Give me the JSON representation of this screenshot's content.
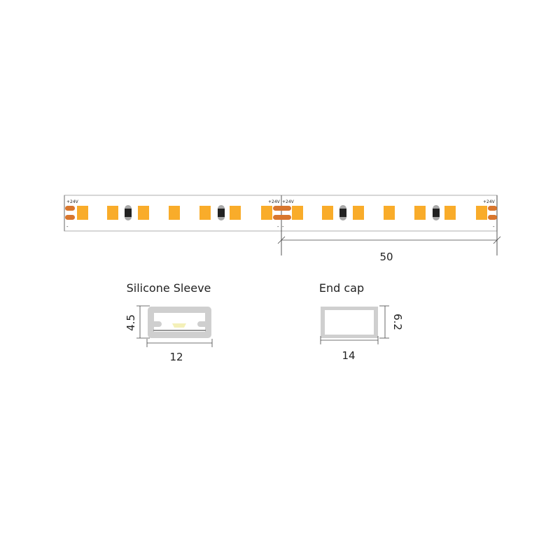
{
  "strip": {
    "voltage_label": "+24V",
    "minus_label": "-",
    "segment_length": "50",
    "colors": {
      "led": "#f9ac2a",
      "pad": "#d8762e",
      "resistor": "#222222",
      "resistor_cap": "#a8a8a8",
      "outline": "#999999"
    }
  },
  "sleeve": {
    "title": "Silicone Sleeve",
    "height": "4.5",
    "width": "12",
    "color": "#cfcfcf"
  },
  "endcap": {
    "title": "End cap",
    "height": "6.2",
    "width": "14"
  }
}
